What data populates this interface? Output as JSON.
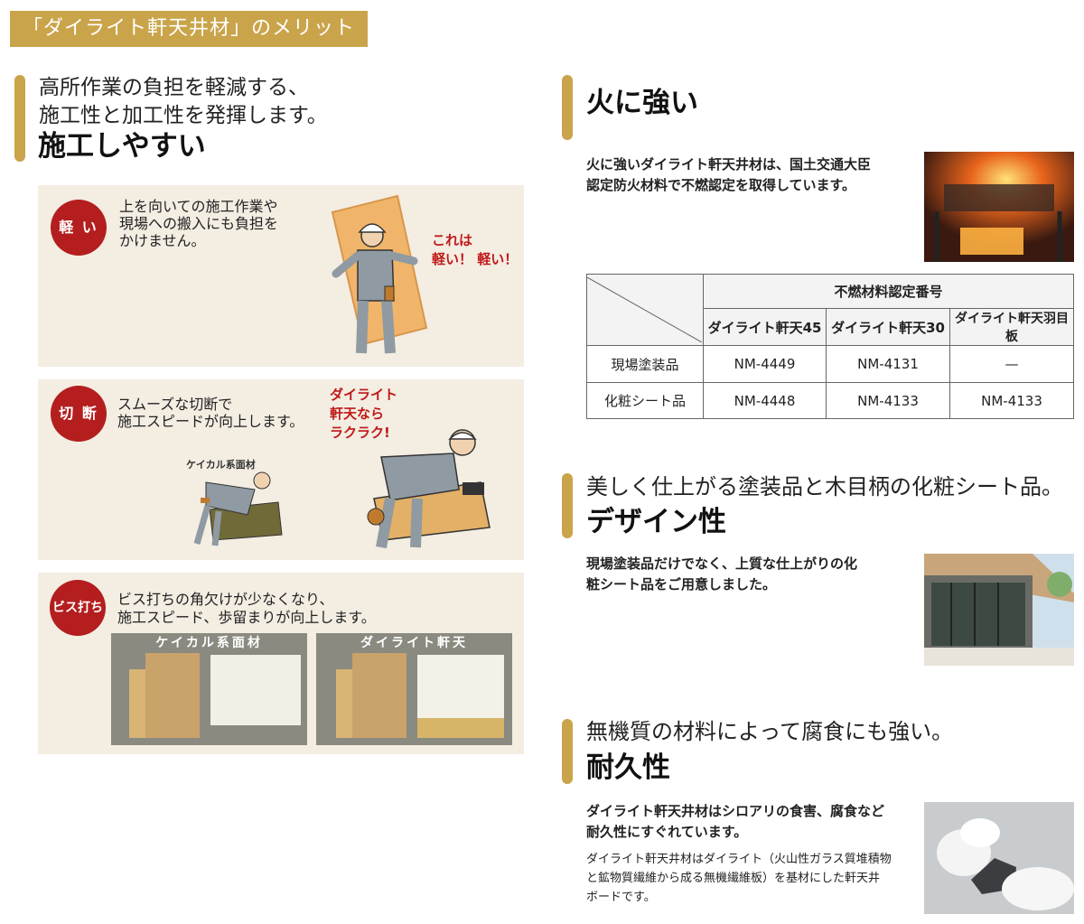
{
  "banner": "「ダイライト軒天井材」のメリット",
  "left": {
    "lead_line1": "高所作業の負担を軽減する、",
    "lead_line2": "施工性と加工性を発揮します。",
    "heading": "施工しやすい",
    "panels": [
      {
        "badge": "軽 い",
        "text_line1": "上を向いての施工作業や",
        "text_line2": "現場への搬入にも負担を",
        "text_line3": "かけません。",
        "callout_line1": "これは",
        "callout_line2": "軽い！ 軽い！"
      },
      {
        "badge": "切 断",
        "text_line1": "スムーズな切断で",
        "text_line2": "施工スピードが向上します。",
        "callout_line1": "ダイライト",
        "callout_line2": "軒天なら",
        "callout_line3": "ラクラク!",
        "tag": "ケイカル系面材"
      },
      {
        "badge": "ビス打ち",
        "text_line1": "ビス打ちの角欠けが少なくなり、",
        "text_line2": "施工スピード、歩留まりが向上します。",
        "photo_left_label": "ケイカル系面材",
        "photo_right_label": "ダイライト軒天"
      }
    ]
  },
  "right": {
    "fire": {
      "heading": "火に強い",
      "text_line1": "火に強いダイライト軒天井材は、国土交通大臣",
      "text_line2": "認定防火材料で不燃認定を取得しています。"
    },
    "table": {
      "group_header": "不燃材料認定番号",
      "columns": [
        "ダイライト軒天45",
        "ダイライト軒天30",
        "ダイライト軒天羽目板"
      ],
      "rows": [
        {
          "label": "現場塗装品",
          "values": [
            "NM-4449",
            "NM-4131",
            "—"
          ]
        },
        {
          "label": "化粧シート品",
          "values": [
            "NM-4448",
            "NM-4133",
            "NM-4133"
          ]
        }
      ]
    },
    "design": {
      "lead": "美しく仕上がる塗装品と木目柄の化粧シート品。",
      "heading": "デザイン性",
      "text_line1": "現場塗装品だけでなく、上質な仕上がりの化",
      "text_line2": "粧シート品をご用意しました。"
    },
    "durability": {
      "lead": "無機質の材料によって腐食にも強い。",
      "heading": "耐久性",
      "text_line1": "ダイライト軒天井材はシロアリの食害、腐食など",
      "text_line2": "耐久性にすぐれています。",
      "note_line1": "ダイライト軒天井材はダイライト（火山性ガラス質堆積物",
      "note_line2": "と鉱物質繊維から成る無機繊維板）を基材にした軒天井",
      "note_line3": "ボードです。"
    }
  },
  "colors": {
    "gold": "#c9a44a",
    "red": "#b41e1e",
    "panel": "#f3ede2"
  }
}
